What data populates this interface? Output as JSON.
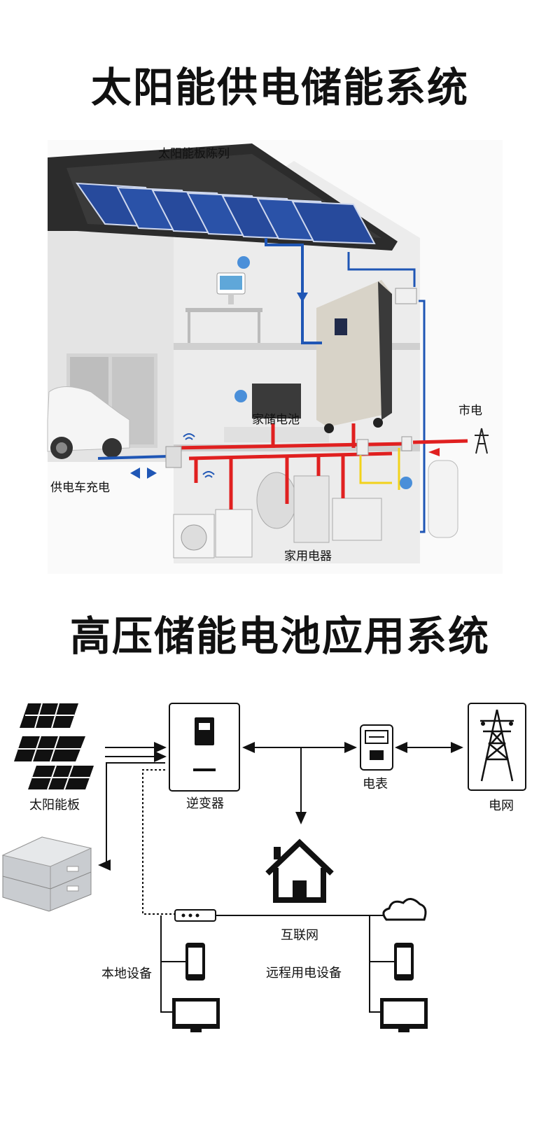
{
  "section1": {
    "title": "太阳能供电储能系统",
    "labels": {
      "solar_array": "太阳能板陈列",
      "home_battery": "家储电池",
      "grid_power": "市电",
      "ev_charging": "供电车充电",
      "appliances": "家用电器"
    }
  },
  "section2": {
    "title": "高压储能电池应用系统",
    "labels": {
      "solar_panel": "太阳能板",
      "inverter": "逆变器",
      "meter": "电表",
      "grid": "电网",
      "internet": "互联网",
      "local_devices": "本地设备",
      "remote_devices": "远程用电设备"
    }
  },
  "colors": {
    "power_red": "#e02020",
    "signal_yellow": "#f2d21b",
    "solar_blue": "#1f56b5",
    "panel_blue": "#274a9c"
  }
}
